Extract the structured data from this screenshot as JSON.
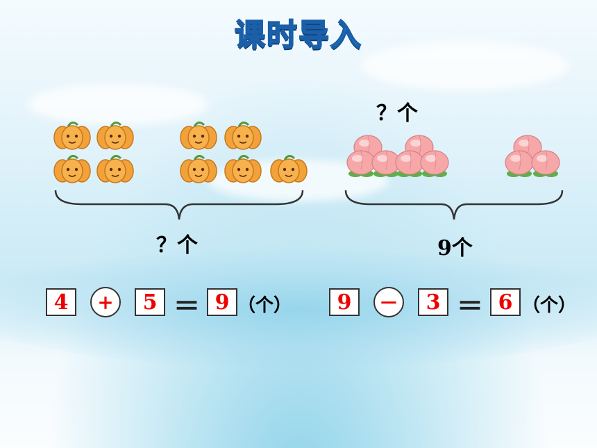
{
  "header": {
    "title": "课时导入"
  },
  "left_group": {
    "question_label": "？个",
    "equation": {
      "a": "4",
      "op": "+",
      "b": "5",
      "eq": "＝",
      "result": "9",
      "unit": "（个）"
    }
  },
  "right_group": {
    "question_label": "？个",
    "total_label": "9个",
    "equation": {
      "a": "9",
      "op": "－",
      "b": "3",
      "eq": "＝",
      "result": "6",
      "unit": "（个）"
    }
  },
  "colors": {
    "answer_red": "#e00000",
    "title_blue": "#2e9be0",
    "pumpkin": "#f2a23a",
    "peach": "#f6a7a8"
  },
  "icons": {
    "pumpkin": "pumpkin-icon",
    "peach": "peach-icon",
    "brace": "curly-brace-icon"
  }
}
